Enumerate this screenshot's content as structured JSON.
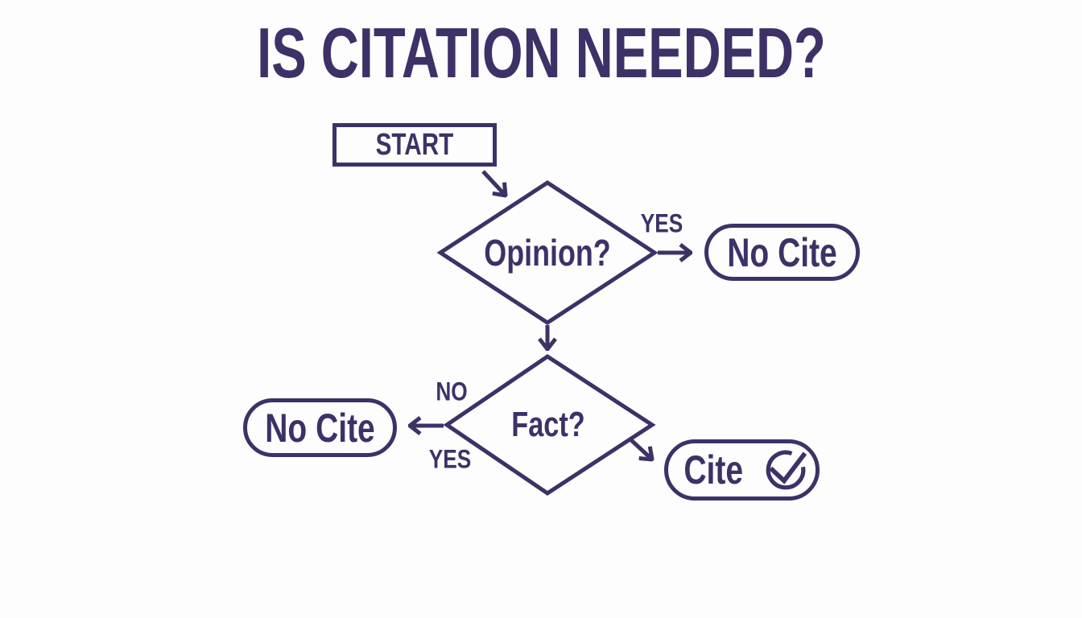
{
  "title": "IS CITATION NEEDED?",
  "palette": {
    "ink": "#3e3167",
    "background": "#fdfdfe"
  },
  "nodes": {
    "start": {
      "label": "START",
      "shape": "rectangle"
    },
    "opinion": {
      "label": "Opinion?",
      "shape": "diamond"
    },
    "no_cite_right": {
      "label": "No Cite",
      "shape": "pill"
    },
    "fact": {
      "label": "Fact?",
      "shape": "diamond"
    },
    "no_cite_left": {
      "label": "No Cite",
      "shape": "pill"
    },
    "cite": {
      "label": "Cite",
      "shape": "pill",
      "icon": "check-circle-icon"
    }
  },
  "edge_labels": {
    "opinion_yes": "YES",
    "fact_no": "NO",
    "fact_yes": "YES"
  },
  "edges": [
    {
      "from": "start",
      "to": "opinion"
    },
    {
      "from": "opinion",
      "to": "no_cite_right",
      "label": "YES"
    },
    {
      "from": "opinion",
      "to": "fact"
    },
    {
      "from": "fact",
      "to": "no_cite_left",
      "labels": [
        "NO",
        "YES"
      ]
    },
    {
      "from": "fact",
      "to": "cite"
    }
  ]
}
